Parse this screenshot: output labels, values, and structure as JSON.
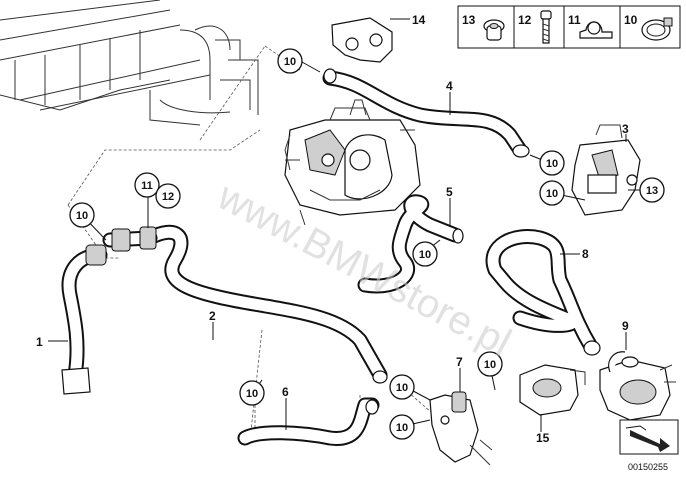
{
  "diagram": {
    "watermark": "www.BMWstore.pl",
    "reference": "00150255",
    "legend": [
      {
        "label": "13",
        "icon": "grommet-icon"
      },
      {
        "label": "12",
        "icon": "screw-icon"
      },
      {
        "label": "11",
        "icon": "hose-clip-icon"
      },
      {
        "label": "10",
        "icon": "hose-clamp-icon"
      }
    ],
    "parts": {
      "p1": "1",
      "p2": "2",
      "p3": "3",
      "p4": "4",
      "p5": "5",
      "p6": "6",
      "p7": "7",
      "p8": "8",
      "p9": "9",
      "p14": "14",
      "p15": "15",
      "p11": "11",
      "p12": "12",
      "p13": "13"
    },
    "clamp_label": "10"
  }
}
